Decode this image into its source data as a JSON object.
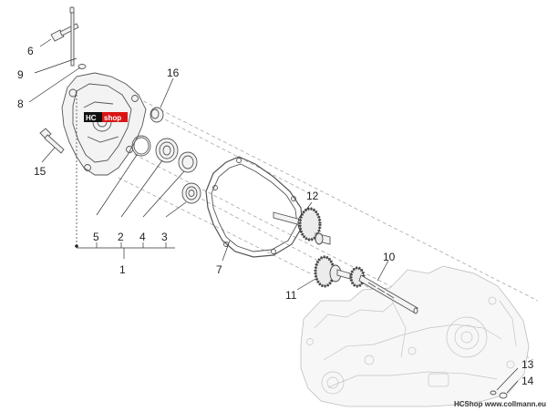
{
  "callouts": [
    {
      "id": "1",
      "label": "1"
    },
    {
      "id": "2",
      "label": "2"
    },
    {
      "id": "3",
      "label": "3"
    },
    {
      "id": "4",
      "label": "4"
    },
    {
      "id": "5",
      "label": "5"
    },
    {
      "id": "6",
      "label": "6"
    },
    {
      "id": "7",
      "label": "7"
    },
    {
      "id": "8",
      "label": "8"
    },
    {
      "id": "9",
      "label": "9"
    },
    {
      "id": "10",
      "label": "10"
    },
    {
      "id": "11",
      "label": "11"
    },
    {
      "id": "12",
      "label": "12"
    },
    {
      "id": "13",
      "label": "13"
    },
    {
      "id": "14",
      "label": "14"
    },
    {
      "id": "15",
      "label": "15"
    },
    {
      "id": "16",
      "label": "16"
    }
  ],
  "badge": {
    "prefix": "HC",
    "suffix": "shop"
  },
  "watermark": "HCShop www.collmann.eu"
}
